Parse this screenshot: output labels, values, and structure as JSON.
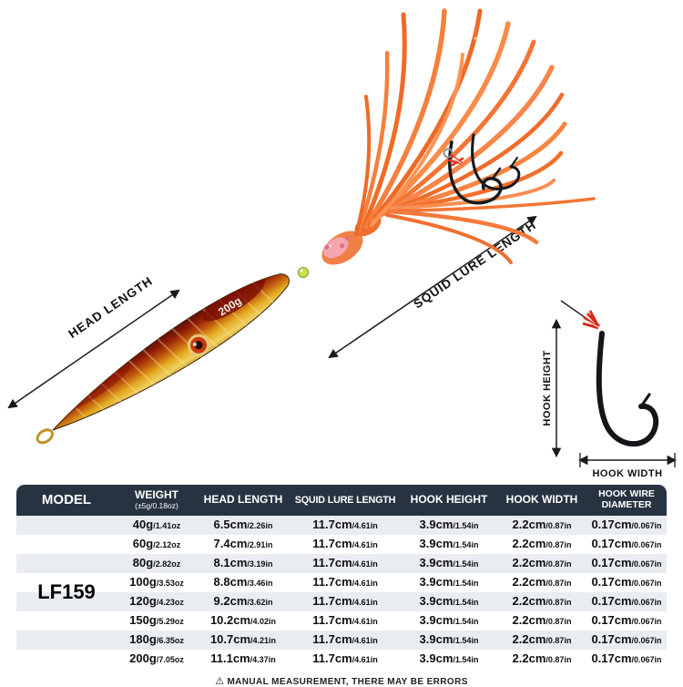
{
  "colors": {
    "header_bg": "#273341",
    "row_alt": "#e9edf1",
    "skirt_orange": "#f5793b",
    "body_red": "#8c1507",
    "body_gold": "#d69a1a"
  },
  "figure": {
    "lure_weight_label": "200g",
    "head_length_label": "HEAD LENGTH",
    "squid_lure_length_label": "SQUID LURE LENGTH",
    "hook_height_label": "HOOK HEIGHT",
    "hook_width_label": "HOOK WIDTH"
  },
  "table": {
    "model_header": "MODEL",
    "model_value": "LF159",
    "headers": {
      "weight": "WEIGHT",
      "weight_sub": "(±5g/0.18oz)",
      "head_length": "HEAD LENGTH",
      "squid_lure_length": "SQUID LURE LENGTH",
      "hook_height": "HOOK HEIGHT",
      "hook_width": "HOOK WIDTH",
      "hook_wire_diameter": "HOOK WIRE DIAMETER"
    },
    "rows": [
      {
        "cells": [
          {
            "v": "40g",
            "s": "/1.41oz"
          },
          {
            "v": "6.5cm",
            "s": "/2.26in"
          },
          {
            "v": "11.7cm",
            "s": "/4.61in"
          },
          {
            "v": "3.9cm",
            "s": "/1.54in"
          },
          {
            "v": "2.2cm",
            "s": "/0.87in"
          },
          {
            "v": "0.17cm",
            "s": "/0.067in"
          }
        ]
      },
      {
        "cells": [
          {
            "v": "60g",
            "s": "/2.12oz"
          },
          {
            "v": "7.4cm",
            "s": "/2.91in"
          },
          {
            "v": "11.7cm",
            "s": "/4.61in"
          },
          {
            "v": "3.9cm",
            "s": "/1.54in"
          },
          {
            "v": "2.2cm",
            "s": "/0.87in"
          },
          {
            "v": "0.17cm",
            "s": "/0.067in"
          }
        ]
      },
      {
        "cells": [
          {
            "v": "80g",
            "s": "/2.82oz"
          },
          {
            "v": "8.1cm",
            "s": "/3.19in"
          },
          {
            "v": "11.7cm",
            "s": "/4.61in"
          },
          {
            "v": "3.9cm",
            "s": "/1.54in"
          },
          {
            "v": "2.2cm",
            "s": "/0.87in"
          },
          {
            "v": "0.17cm",
            "s": "/0.067in"
          }
        ]
      },
      {
        "cells": [
          {
            "v": "100g",
            "s": "/3.53oz"
          },
          {
            "v": "8.8cm",
            "s": "/3.46in"
          },
          {
            "v": "11.7cm",
            "s": "/4.61in"
          },
          {
            "v": "3.9cm",
            "s": "/1.54in"
          },
          {
            "v": "2.2cm",
            "s": "/0.87in"
          },
          {
            "v": "0.17cm",
            "s": "/0.067in"
          }
        ]
      },
      {
        "cells": [
          {
            "v": "120g",
            "s": "/4.23oz"
          },
          {
            "v": "9.2cm",
            "s": "/3.62in"
          },
          {
            "v": "11.7cm",
            "s": "/4.61in"
          },
          {
            "v": "3.9cm",
            "s": "/1.54in"
          },
          {
            "v": "2.2cm",
            "s": "/0.87in"
          },
          {
            "v": "0.17cm",
            "s": "/0.067in"
          }
        ]
      },
      {
        "cells": [
          {
            "v": "150g",
            "s": "/5.29oz"
          },
          {
            "v": "10.2cm",
            "s": "/4.02in"
          },
          {
            "v": "11.7cm",
            "s": "/4.61in"
          },
          {
            "v": "3.9cm",
            "s": "/1.54in"
          },
          {
            "v": "2.2cm",
            "s": "/0.87in"
          },
          {
            "v": "0.17cm",
            "s": "/0.067in"
          }
        ]
      },
      {
        "cells": [
          {
            "v": "180g",
            "s": "/6.35oz"
          },
          {
            "v": "10.7cm",
            "s": "/4.21in"
          },
          {
            "v": "11.7cm",
            "s": "/4.61in"
          },
          {
            "v": "3.9cm",
            "s": "/1.54in"
          },
          {
            "v": "2.2cm",
            "s": "/0.87in"
          },
          {
            "v": "0.17cm",
            "s": "/0.067in"
          }
        ]
      },
      {
        "cells": [
          {
            "v": "200g",
            "s": "/7.05oz"
          },
          {
            "v": "11.1cm",
            "s": "/4.37in"
          },
          {
            "v": "11.7cm",
            "s": "/4.61in"
          },
          {
            "v": "3.9cm",
            "s": "/1.54in"
          },
          {
            "v": "2.2cm",
            "s": "/0.87in"
          },
          {
            "v": "0.17cm",
            "s": "/0.067in"
          }
        ]
      }
    ]
  },
  "footer": {
    "warning_icon": "⚠",
    "note": "MANUAL MEASUREMENT, THERE MAY BE ERRORS"
  }
}
